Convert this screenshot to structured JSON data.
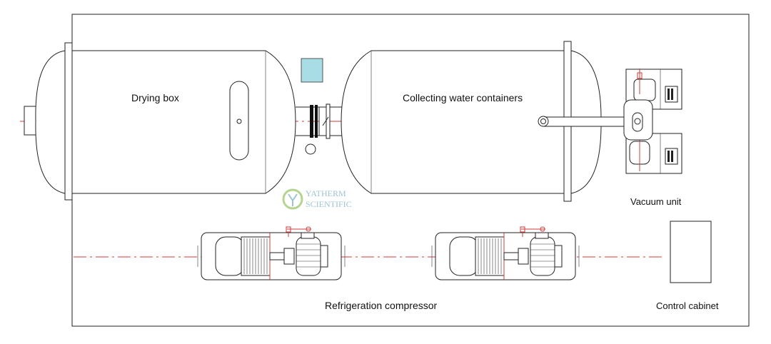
{
  "labels": {
    "drying_box": "Drying box",
    "collecting": "Collecting water containers",
    "vacuum": "Vacuum unit",
    "refrigeration": "Refrigeration compressor",
    "control": "Control cabinet"
  },
  "watermark": {
    "line1": "YATHERM",
    "line2": "SCIENTIFIC"
  },
  "colors": {
    "centerline": "#d23a3a",
    "indicator": "#a8dde6",
    "watermark": "#7fb0c8"
  }
}
